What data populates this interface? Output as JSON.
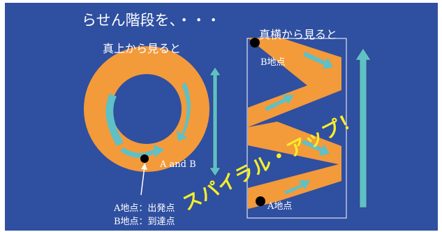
{
  "title": "らせん階段を、・・・",
  "top_view": {
    "label": "真上から見ると",
    "point_label": "A and B"
  },
  "side_view": {
    "label": "真横から見ると",
    "b_point": "B地点",
    "a_point": "A地点"
  },
  "legend": {
    "a": "A地点：出発点",
    "b": "B地点：到達点"
  },
  "slogan": "スパイラル・アップ！",
  "colors": {
    "background": "#2f4fa0",
    "ring": "#f39a3b",
    "arrow": "#5fc0c6",
    "slogan": "#f7ee2a",
    "text": "#ffffff"
  }
}
